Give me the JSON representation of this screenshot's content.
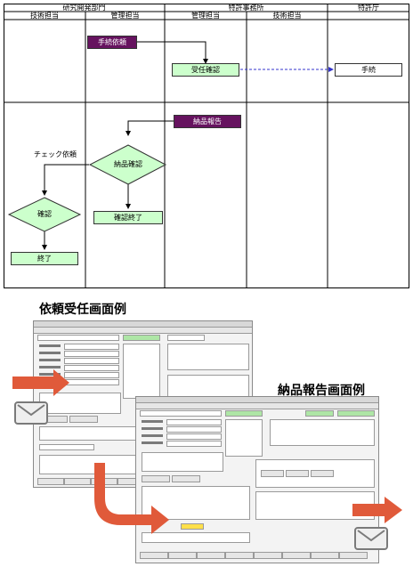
{
  "swimlane": {
    "groups": [
      "研究開発部門",
      "特許事務所",
      "特許庁"
    ],
    "roles": [
      "技術担当",
      "管理担当",
      "管理担当",
      "技術担当"
    ],
    "nodes": {
      "procedure_request": "手続依頼",
      "acceptance_confirm": "受任確認",
      "procedure": "手続",
      "delivery_report": "納品報告",
      "delivery_confirm": "納品確認",
      "confirm": "確認",
      "confirm_done": "確認終了",
      "end": "終了"
    },
    "check_request_label": "チェック依頼",
    "colors": {
      "task_purple": "#66135f",
      "task_green": "#ccffcc",
      "arrow_dashed": "#3333cc",
      "report_arrow": "#e05a3a"
    }
  },
  "captions": {
    "request_screen": "依頼受任画面例",
    "delivery_screen": "納品報告画面例"
  },
  "icons": [
    "mail-icon",
    "arrow-right-icon",
    "curved-arrow-icon"
  ]
}
